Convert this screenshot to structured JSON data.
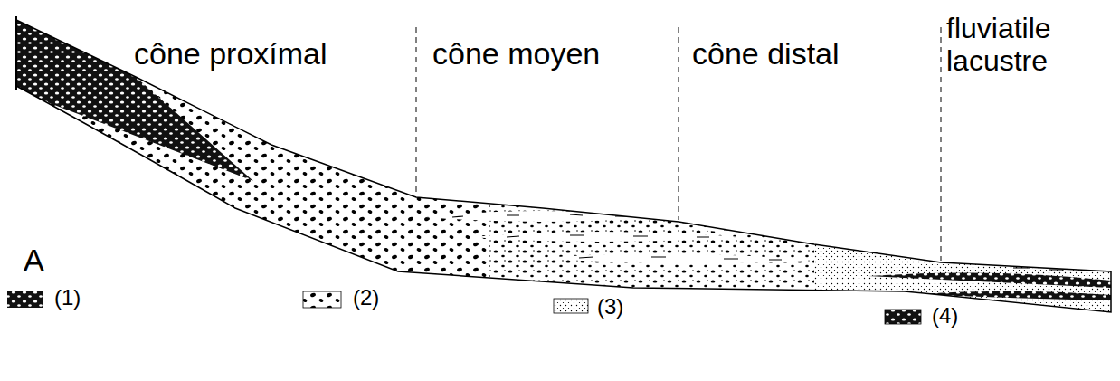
{
  "diagram": {
    "labels": [
      "cône proxímal",
      "cône moyen",
      "cône distal",
      "fluviatile lacustre",
      "A"
    ],
    "legend": [
      {
        "text": "(1)"
      },
      {
        "text": "(2)"
      },
      {
        "text": "(3)"
      },
      {
        "text": "(4)"
      }
    ]
  }
}
